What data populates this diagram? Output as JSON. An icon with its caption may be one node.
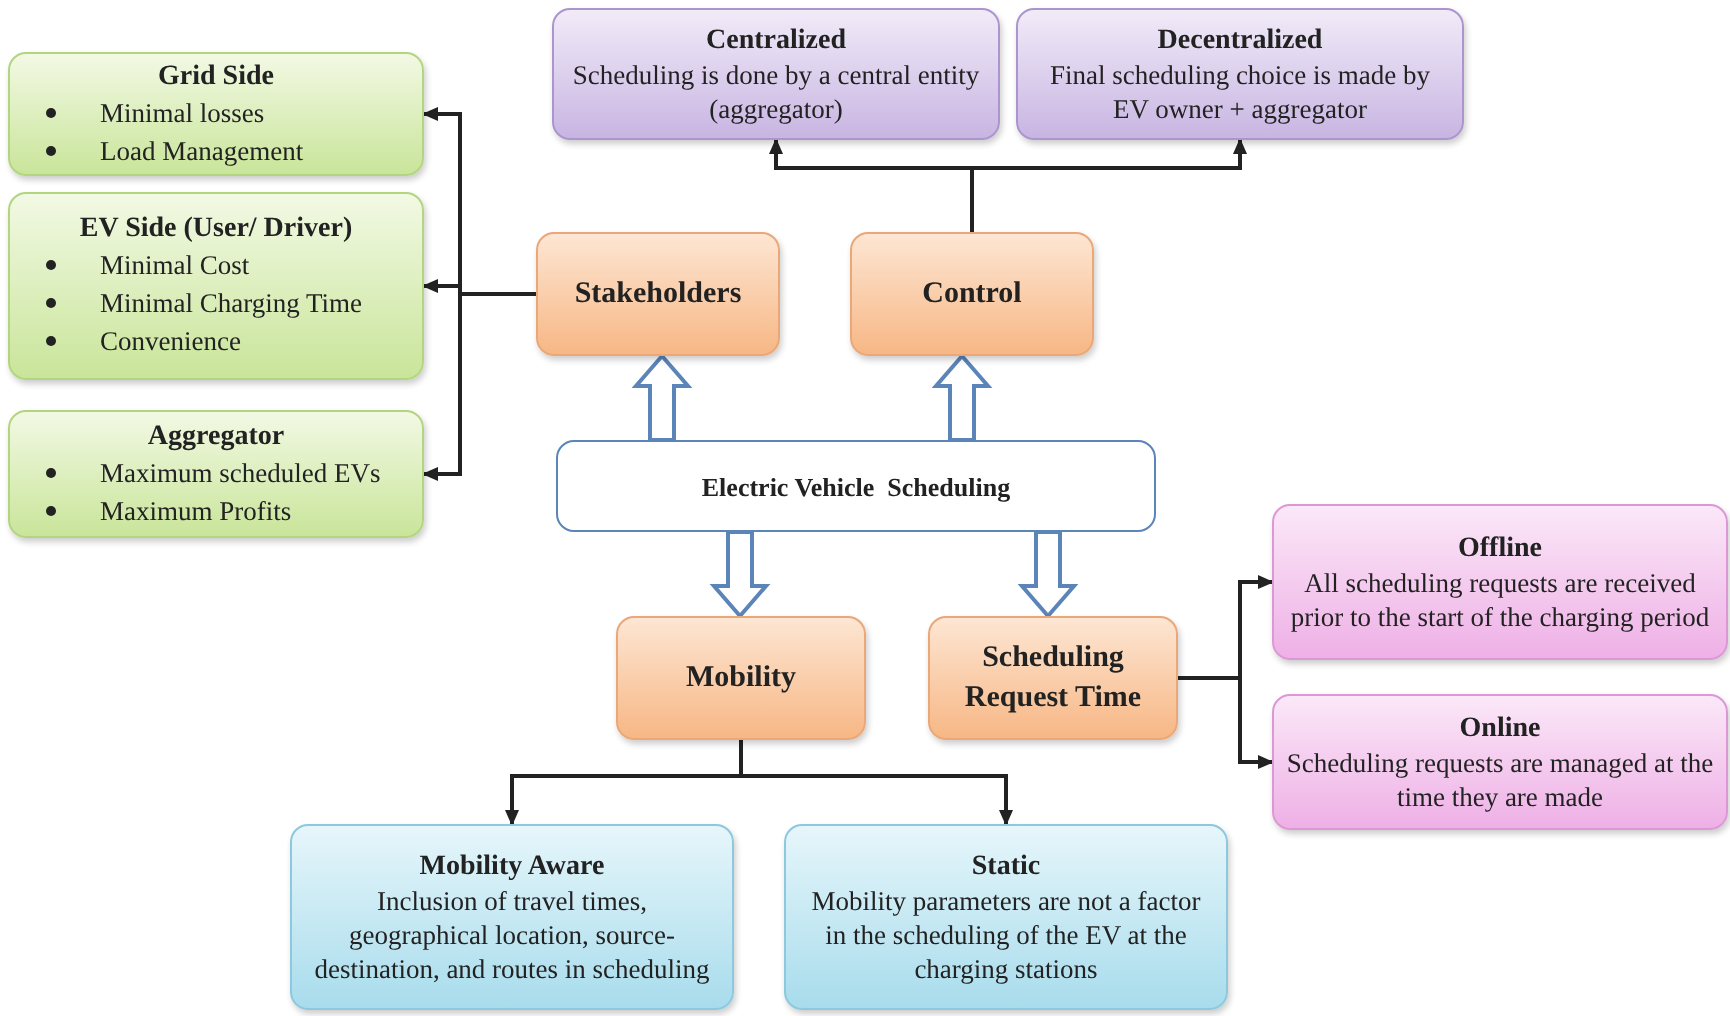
{
  "diagram": {
    "nodes": [
      {
        "text": [
          "Grid Side",
          "Minimal losses",
          "Load Management"
        ]
      },
      {
        "text": [
          "EV Side (User/ Driver)",
          "Minimal Cost",
          "Minimal Charging Time",
          "Convenience"
        ]
      },
      {
        "text": [
          "Aggregator",
          "Maximum scheduled EVs",
          "Maximum Profits"
        ]
      },
      {
        "text": [
          "Centralized",
          "Scheduling is done by a central entity (aggregator)"
        ]
      },
      {
        "text": [
          "Decentralized",
          "Final scheduling choice is made by EV owner + aggregator"
        ]
      },
      {
        "text": [
          "Stakeholders"
        ]
      },
      {
        "text": [
          "Control"
        ]
      },
      {
        "text": [
          "Electric Vehicle  Scheduling"
        ]
      },
      {
        "text": [
          "Mobility"
        ]
      },
      {
        "text": [
          "Scheduling Request Time"
        ]
      },
      {
        "text": [
          "Offline",
          "All scheduling requests are received prior to the start of the charging period"
        ]
      },
      {
        "text": [
          "Online",
          "Scheduling requests are managed at the time they are made"
        ]
      },
      {
        "text": [
          "Mobility Aware",
          "Inclusion of travel times, geographical location, source-destination, and routes in scheduling"
        ]
      },
      {
        "text": [
          "Static",
          "Mobility parameters are not a factor in the scheduling of the EV at the charging stations"
        ]
      }
    ],
    "edges": [
      {
        "from": 5,
        "to": 0,
        "arrow": "to"
      },
      {
        "from": 5,
        "to": 1,
        "arrow": "to"
      },
      {
        "from": 5,
        "to": 2,
        "arrow": "to"
      },
      {
        "from": 6,
        "to": 3,
        "arrow": "to"
      },
      {
        "from": 6,
        "to": 4,
        "arrow": "to"
      },
      {
        "from": 7,
        "to": 5,
        "arrow": "to",
        "style": "thick",
        "color": "#5b84b8"
      },
      {
        "from": 7,
        "to": 6,
        "arrow": "to",
        "style": "thick",
        "color": "#5b84b8"
      },
      {
        "from": 7,
        "to": 8,
        "arrow": "to",
        "style": "thick",
        "color": "#5b84b8"
      },
      {
        "from": 7,
        "to": 9,
        "arrow": "to",
        "style": "thick",
        "color": "#5b84b8"
      },
      {
        "from": 8,
        "to": 12,
        "arrow": "to"
      },
      {
        "from": 8,
        "to": 13,
        "arrow": "to"
      },
      {
        "from": 9,
        "to": 10,
        "arrow": "to"
      },
      {
        "from": 9,
        "to": 11,
        "arrow": "to"
      }
    ]
  }
}
